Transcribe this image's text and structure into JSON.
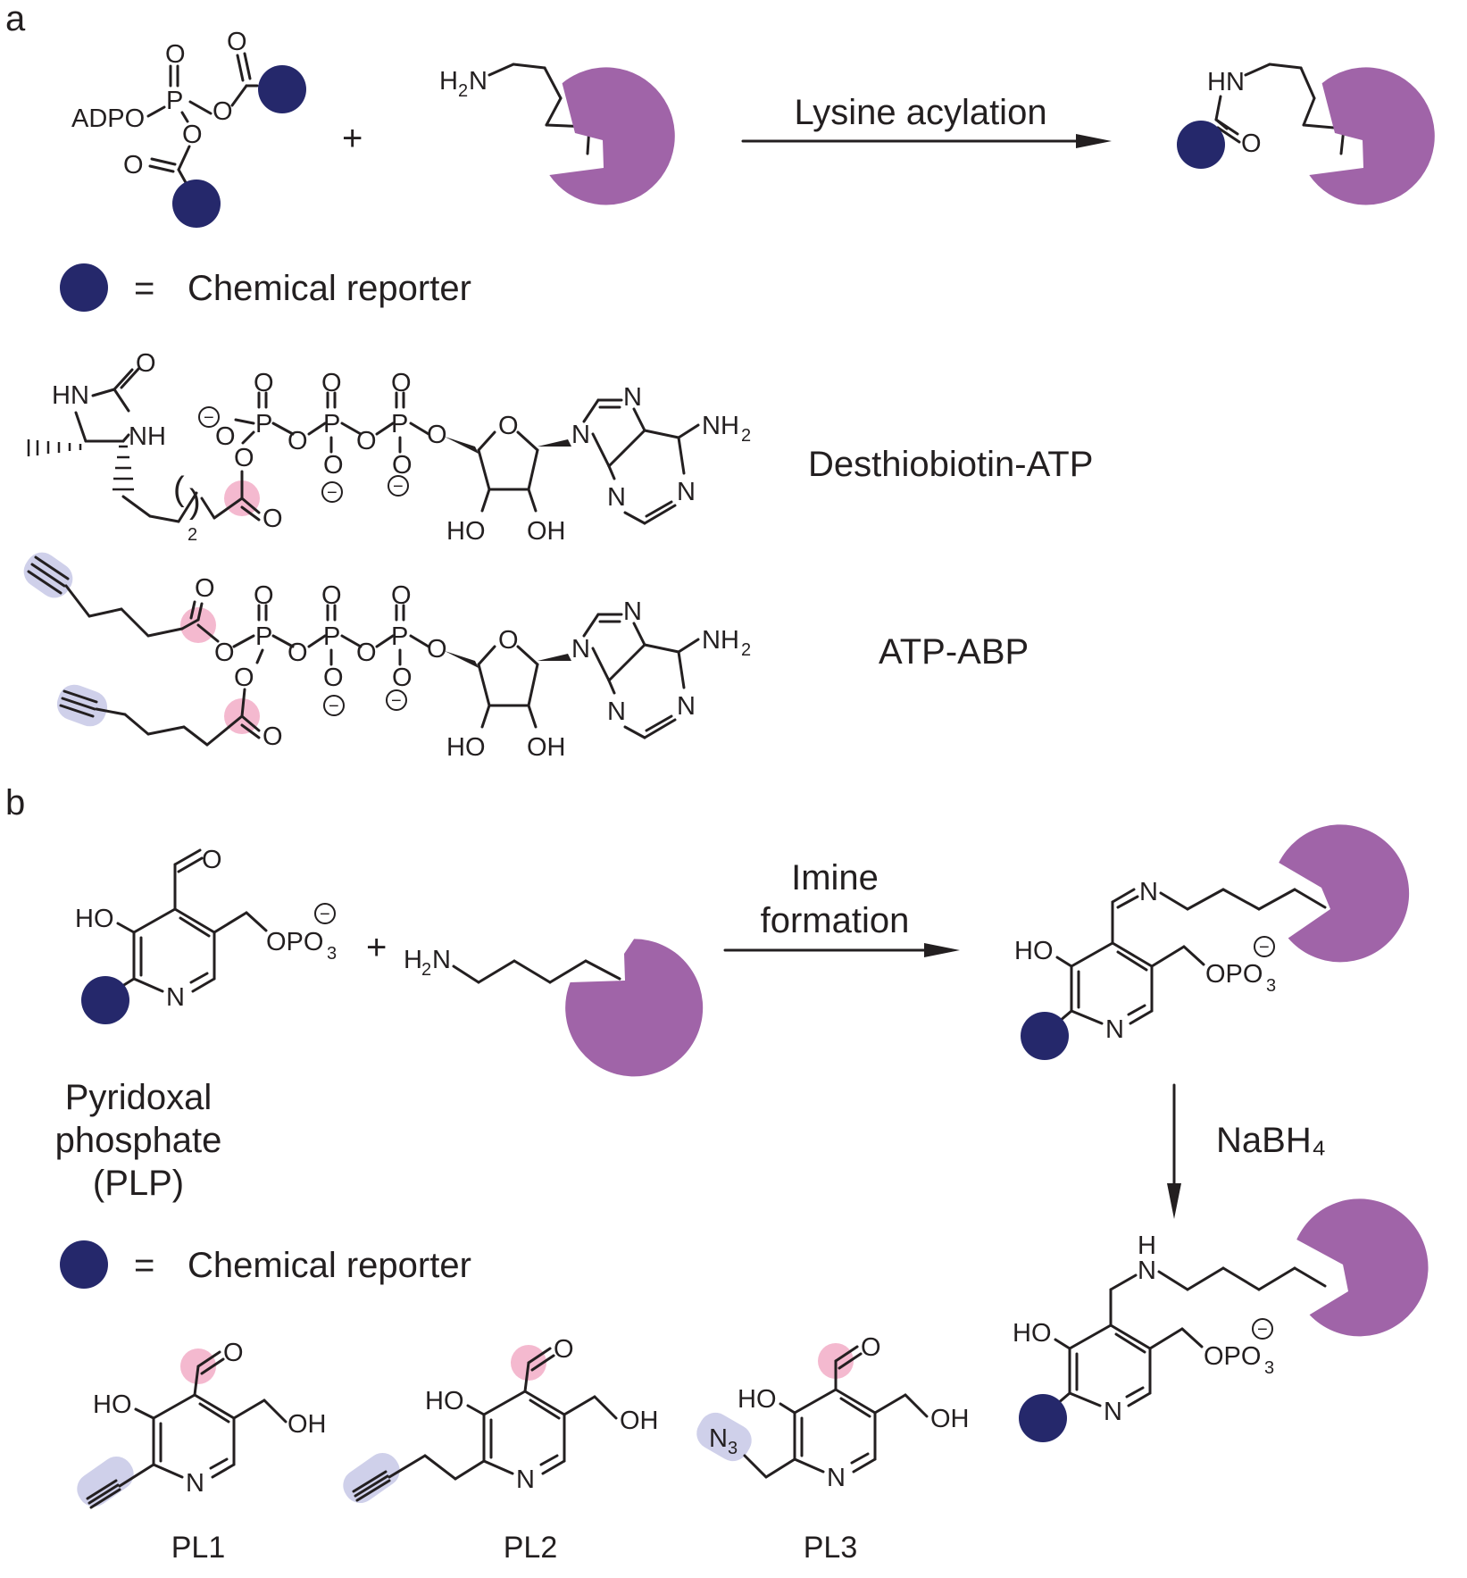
{
  "panels": {
    "a": {
      "letter": "a",
      "plus": "+",
      "arrow_label": "Lysine acylation",
      "legend_eq": "=",
      "legend_text": "Chemical reporter",
      "compound1_name": "Desthiobiotin-ATP",
      "compound2_name": "ATP-ABP"
    },
    "b": {
      "letter": "b",
      "plus": "+",
      "arrow_label_line1": "Imine",
      "arrow_label_line2": "formation",
      "reduction_label": "NaBH₄",
      "plp_line1": "Pyridoxal",
      "plp_line2": "phosphate",
      "plp_line3": "(PLP)",
      "legend_eq": "=",
      "legend_text": "Chemical reporter",
      "probes": [
        "PL1",
        "PL2",
        "PL3"
      ]
    }
  },
  "atoms": {
    "adpo": "ADPO",
    "o": "O",
    "p": "P",
    "hn": "HN",
    "nh": "NH",
    "n": "N",
    "h": "H",
    "ho": "HO",
    "oh": "OH",
    "h2n_h": "H",
    "h2n_n": "N",
    "sub2": "2",
    "sub3": "3",
    "nh2": "NH",
    "paren_open": "(",
    "paren_close": ")",
    "opo3": "OPO",
    "n3": "N",
    "minus": "−"
  },
  "colors": {
    "reporter": "#25286b",
    "protein": "#a064a8",
    "reactive_site_highlight": "#f4b9cf",
    "handle_highlight": "#cfd0ea"
  }
}
